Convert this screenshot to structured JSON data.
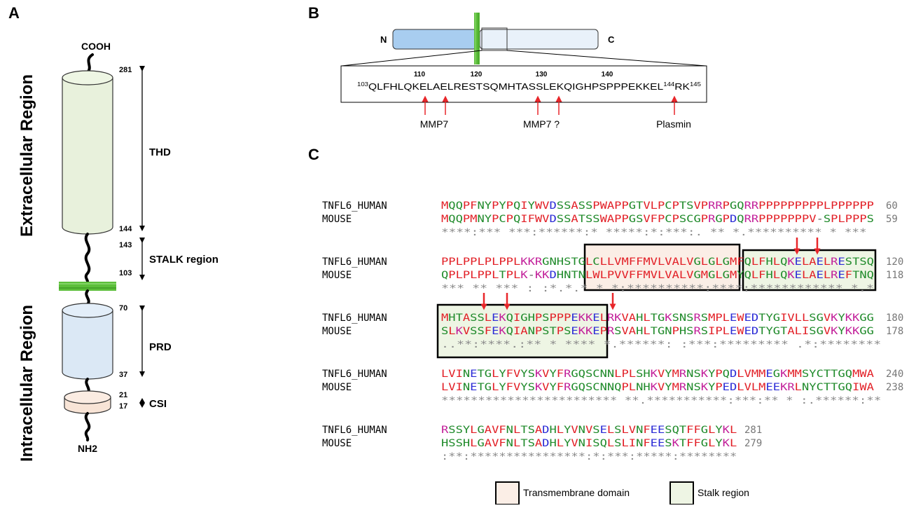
{
  "panel_a": {
    "letter": "A",
    "region_extracellular": "Extracellular Region",
    "region_intracellular": "Intracellular Region",
    "cooh": "COOH",
    "nh2": "NH2",
    "numbers": {
      "n281": "281",
      "n144": "144",
      "n143": "143",
      "n103": "103",
      "n70": "70",
      "n37": "37",
      "n21": "21",
      "n17": "17"
    },
    "labels": {
      "thd": "THD",
      "stalk": "STALK region",
      "prd": "PRD",
      "csi": "CSI"
    },
    "colors": {
      "thd": "#e8f1dc",
      "prd": "#dbe8f5",
      "csi": "#f8e4d6",
      "membrane": "#5cbf3a"
    }
  },
  "panel_b": {
    "letter": "B",
    "n_term": "N",
    "c_term": "C",
    "ruler": [
      "110",
      "120",
      "130",
      "140"
    ],
    "sequence": {
      "start_num": "103",
      "main": "QLFHLQKELAELRESTSQMHTASSLEKQIGHPSPPPEKKEL",
      "mid_num": "144",
      "tail": "RK",
      "end_num": "145"
    },
    "sites": [
      "MMP7",
      "MMP7 ?",
      "Plasmin"
    ],
    "arrow_color": "#e8262a"
  },
  "panel_c": {
    "letter": "C",
    "blocks": [
      {
        "human_name": "TNFL6_HUMAN",
        "human_seq": "MQQPFNYPYPQIYWVDSSASSPWAPPGTVLPCPTSVPRRPGQRRPPPPPPPPPLPPPPPP",
        "human_num": "60",
        "mouse_name": "MOUSE",
        "mouse_seq": "MQQPMNYPCPQIFWVDSSATSSWAPPGSVFPCPSCGPRGPDQRRPPPPPPPV-SPLPPPS",
        "mouse_num": "59",
        "consensus": "****:*** ***:******:* *****:*:***:. ** *.**********   * ***"
      },
      {
        "human_name": "TNFL6_HUMAN",
        "human_seq": "PPLPPLPLPPLKKRGNHSTGLCLLVMFFMVLVALVGLGLGMFQLFHLQKELAELRESTSQ",
        "human_num": "120",
        "mouse_name": "MOUSE",
        "mouse_seq": "QPLPLPPLTPLK-KKDHNTNLWLPVVFFMVLVALVGMGLGMYQLFHLQKELAELREFTNQ",
        "mouse_num": "118",
        "consensus": " ***  ** ***  :  :*.*.* * *:**********:****:************ *.*"
      },
      {
        "human_name": "TNFL6_HUMAN",
        "human_seq": "MHTASSLEKQIGHPSPPPEKKELRKVAHLTGKSNSRSMPLEWEDTYGIVLLSGVKYKKGG",
        "human_num": "180",
        "mouse_name": "MOUSE",
        "mouse_seq": "SLKVSSFEKQIANPSTPSEKKEPRSVAHLTGNPHSRSIPLEWEDTYGTALISGVKYKKGG",
        "mouse_num": "178",
        "consensus": "  ..**:****.:** * ****  *.******: :***:*********  .*:********"
      },
      {
        "human_name": "TNFL6_HUMAN",
        "human_seq": "LVINETGLYFVYSKVYFRGQSCNNLPLSHKVYMRNSKYPQDLVMMEGKMMSYCTTGQMWA",
        "human_num": "240",
        "mouse_name": "MOUSE",
        "mouse_seq": "LVINETGLYFVYSKVYFRGQSCNNQPLNHKVYMRNSKYPEDLVLMEEKRLNYCTTGQIWA",
        "mouse_num": "238",
        "consensus": "************************ **.***********:***:** *  :.******:**"
      },
      {
        "human_name": "TNFL6_HUMAN",
        "human_seq": "RSSYLGAVFNLTSADHLYVNVSELSLVNFEESQTFFGLYKL",
        "human_num": "281",
        "mouse_name": "MOUSE",
        "mouse_seq": "HSSHLGAVFNLTSADHLYVNISQLSLINFEESKTFFGLYKL",
        "mouse_num": "279",
        "consensus": ":**:****************:*:***:*****:********"
      }
    ],
    "legend": {
      "transmembrane": "Transmembrane domain",
      "stalk": "Stalk region"
    },
    "colors": {
      "transmembrane": "#fbeee6",
      "stalk": "#eef5e4",
      "arrow": "#e8262a"
    }
  }
}
